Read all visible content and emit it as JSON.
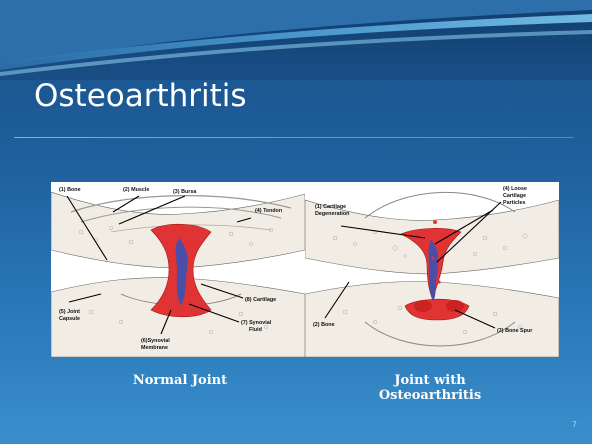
{
  "slide": {
    "title": "Osteoarthritis",
    "number": "7"
  },
  "figures": {
    "normal": {
      "labels": {
        "bone": "(1) Bone",
        "muscle": "(2) Muscle",
        "bursa": "(3) Bursa",
        "tendon": "(4) Tendon",
        "capsule_l1": "(5) Joint",
        "capsule_l2": "Capsule",
        "membrane_l1": "(6)Synovial",
        "membrane_l2": "Membrane",
        "fluid_l1": "(7) Synovial",
        "fluid_l2": "Fluid",
        "cartilage": "(8) Cartilage"
      },
      "caption": "Normal Joint"
    },
    "osteoarthritis": {
      "labels": {
        "degeneration_l1": "(1) Cartilage",
        "degeneration_l2": "Degeneration",
        "loose_l1": "(4) Loose",
        "loose_l2": "Cartilage",
        "loose_l3": "Particles",
        "bone": "(2) Bone",
        "spur": "(3) Bone Spur"
      },
      "caption_l1": "Joint with",
      "caption_l2": "Osteoarthritis"
    }
  },
  "colors": {
    "background_top": "#1a4f86",
    "background_bottom": "#3a8fcb",
    "cartilage_red": "#e03434",
    "fluid_blue": "#4a4ea6"
  }
}
